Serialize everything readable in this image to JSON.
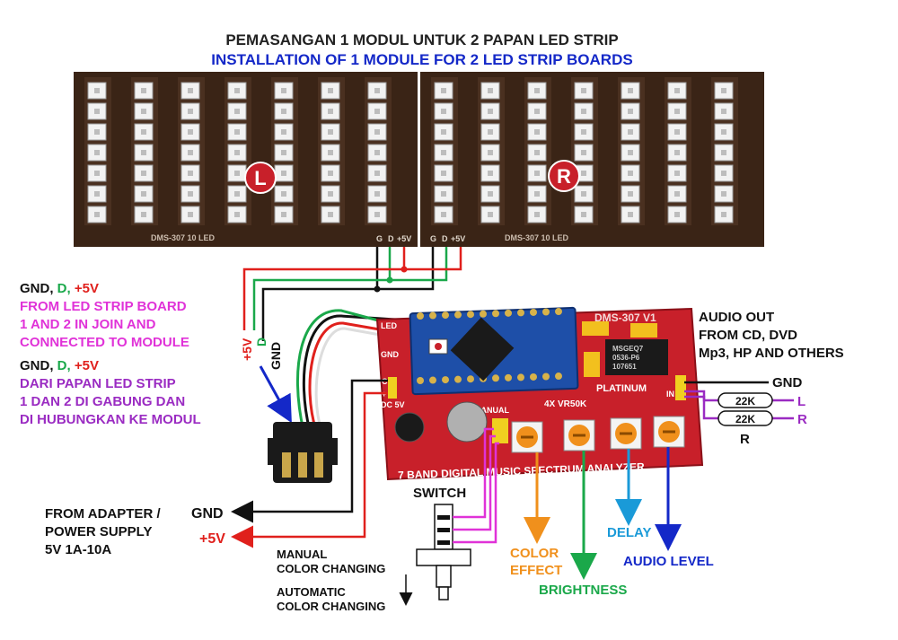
{
  "title": {
    "line1": "PEMASANGAN 1 MODUL UNTUK 2 PAPAN LED STRIP",
    "line2": "INSTALLATION OF 1 MODULE FOR 2 LED STRIP BOARDS"
  },
  "led_boards": {
    "left_letter": "L",
    "right_letter": "R",
    "left_code": "DMS-307  10 LED",
    "right_code": "DMS-307  10 LED",
    "pad_labels": [
      "G",
      "D",
      "+5V"
    ]
  },
  "wire_labels": {
    "plus5v": "+5V",
    "d": "D",
    "gnd": "GND"
  },
  "left_notes": {
    "note1_header": {
      "gnd": "GND, ",
      "d": "D, ",
      "v": "+5V"
    },
    "note1_lines": [
      "FROM LED STRIP BOARD",
      "1 AND 2 IN JOIN AND",
      "CONNECTED TO MODULE"
    ],
    "note2_header": {
      "gnd": "GND, ",
      "d": "D, ",
      "v": "+5V"
    },
    "note2_lines": [
      "DARI PAPAN LED STRIP",
      "1 DAN 2 DI GABUNG DAN",
      "DI HUBUNGKAN KE MODUL"
    ]
  },
  "module": {
    "top_label": "DMS-307 V1",
    "platinum": "PLATINUM",
    "pot_label": "4X VR50K",
    "manual": "MANUAL",
    "title": "7 BAND DIGITAL MUSIC SPECTRUM ANALYZER",
    "chip_text": [
      "MSGEQ7",
      "0536-P6",
      "107651"
    ],
    "pin_labels": [
      "LED",
      "GND",
      "C",
      "+",
      "DC 5V"
    ],
    "in_label": "IN"
  },
  "power": {
    "from_lines": [
      "FROM ADAPTER /",
      "POWER SUPPLY",
      "5V 1A-10A"
    ],
    "gnd": "GND",
    "plus5v": "+5V"
  },
  "audio": {
    "lines": [
      "AUDIO OUT",
      "FROM CD, DVD",
      "Mp3, HP AND OTHERS"
    ],
    "gnd": "GND",
    "resistor_l": "22K",
    "resistor_r": "22K",
    "l": "L",
    "r": "R",
    "r_below": "R"
  },
  "controls": {
    "switch": "SWITCH",
    "manual_lines": [
      "MANUAL",
      "COLOR CHANGING"
    ],
    "auto_lines": [
      "AUTOMATIC",
      "COLOR CHANGING"
    ],
    "color_effect": [
      "COLOR",
      "EFFECT"
    ],
    "brightness": "BRIGHTNESS",
    "delay": "DELAY",
    "audio_level": "AUDIO LEVEL"
  },
  "colors": {
    "red": "#e0201c",
    "green": "#1aa84a",
    "black": "#111111",
    "magenta": "#e032d8",
    "purple": "#9a2bc2",
    "blue": "#1428c8",
    "orange": "#f0901c",
    "board_red": "#c8202a",
    "pcb_dark": "#3a2416"
  }
}
